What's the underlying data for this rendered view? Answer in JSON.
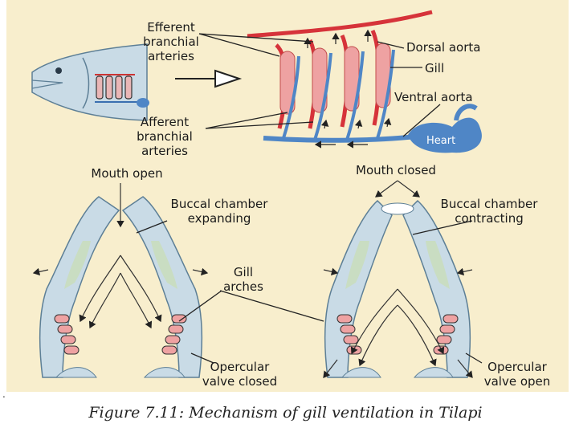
{
  "labels": {
    "efferent": [
      "Efferent",
      "branchial",
      "arteries"
    ],
    "afferent": [
      "Afferent",
      "branchial",
      "arteries"
    ],
    "dorsal_aorta": "Dorsal aorta",
    "gill": "Gill",
    "ventral_aorta": "Ventral aorta",
    "heart": "Heart",
    "mouth_open": "Mouth open",
    "mouth_closed": "Mouth closed",
    "buccal_expanding": [
      "Buccal chamber",
      "expanding"
    ],
    "buccal_contracting": [
      "Buccal chamber",
      "contracting"
    ],
    "gill_arches": [
      "Gill",
      "arches"
    ],
    "opercular_closed": [
      "Opercular",
      "valve closed"
    ],
    "opercular_open": [
      "Opercular",
      "valve open"
    ],
    "edge_mark": "."
  },
  "caption": "Figure 7.11: Mechanism of gill ventilation in Tilapi",
  "colors": {
    "panel_background": "#f8eecd",
    "efferent_vessel": "#d6333a",
    "afferent_vessel": "#4f86c6",
    "gill_tissue": "#eea2a2",
    "heart": "#4f86c6",
    "fish_body": "#c9dbe6",
    "operculum_fill": "#c9ddc2"
  },
  "icons": [
    "fish-head-icon",
    "open-arrow-icon",
    "heart-icon"
  ]
}
